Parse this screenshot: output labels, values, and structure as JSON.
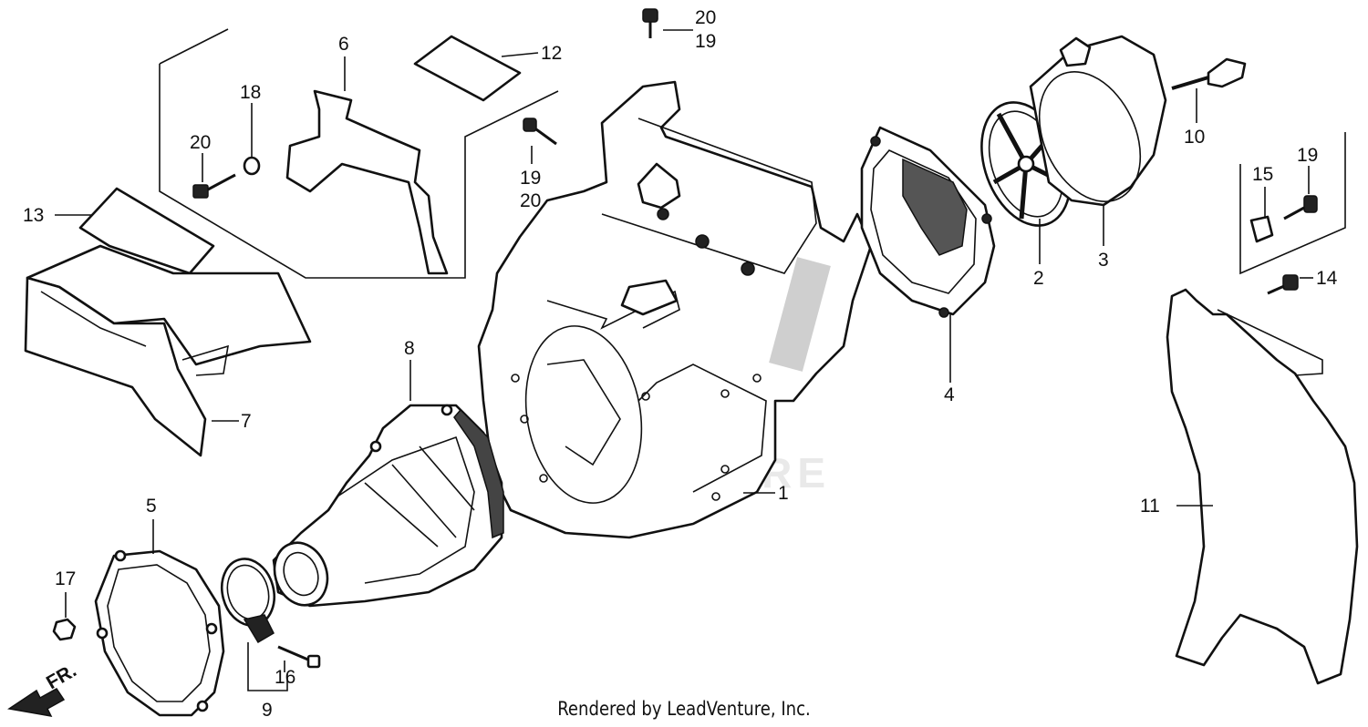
{
  "diagram": {
    "callouts": [
      "1",
      "2",
      "3",
      "4",
      "5",
      "6",
      "7",
      "8",
      "9",
      "10",
      "11",
      "12",
      "13",
      "14",
      "15",
      "16",
      "17",
      "18",
      "19",
      "20"
    ],
    "watermark": "LEADVENTURE",
    "direction_label": "FR."
  },
  "footer": {
    "text": "Rendered by LeadVenture, Inc."
  }
}
